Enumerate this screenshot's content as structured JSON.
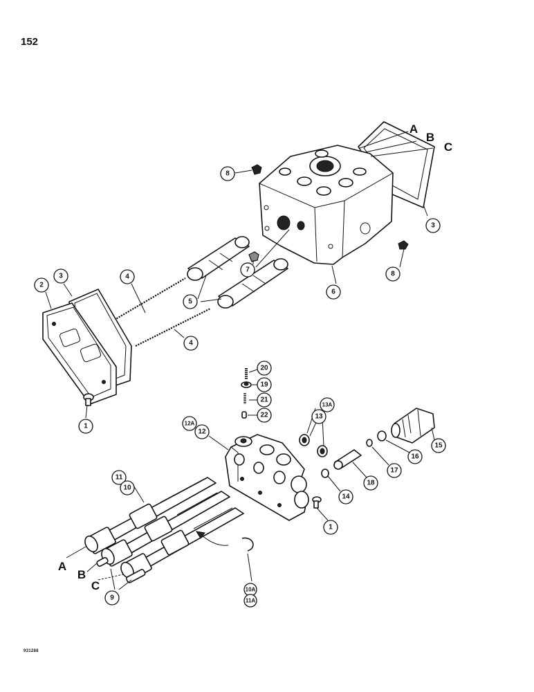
{
  "page": {
    "number": "152",
    "footer_code": "931288"
  },
  "letters": [
    "A",
    "B",
    "C"
  ],
  "callouts": {
    "c1": "1",
    "c2": "2",
    "c3": "3",
    "c4": "4",
    "c5": "5",
    "c6": "6",
    "c7": "7",
    "c8": "8",
    "c9": "9",
    "c10": "10",
    "c11": "11",
    "c10a": "10A",
    "c11a": "11A",
    "c12": "12",
    "c12a": "12A",
    "c13": "13",
    "c13a": "13A",
    "c14": "14",
    "c15": "15",
    "c16": "16",
    "c17": "17",
    "c18": "18",
    "c19": "19",
    "c20": "20",
    "c21": "21",
    "c22": "22"
  }
}
